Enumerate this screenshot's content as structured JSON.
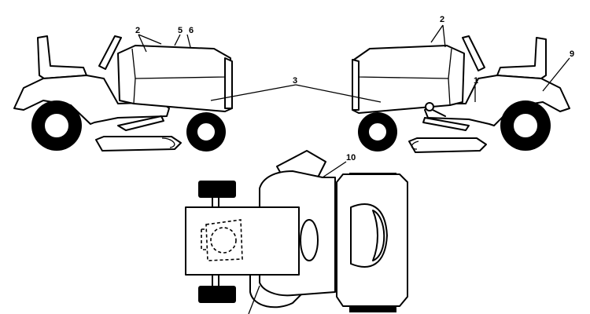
{
  "callouts": {
    "c1": "1",
    "c2_left": "2",
    "c2_right": "2",
    "c3": "3",
    "c5": "5",
    "c6": "6",
    "c9": "9",
    "c10": "10"
  },
  "colors": {
    "line": "#000000",
    "background": "#ffffff"
  }
}
